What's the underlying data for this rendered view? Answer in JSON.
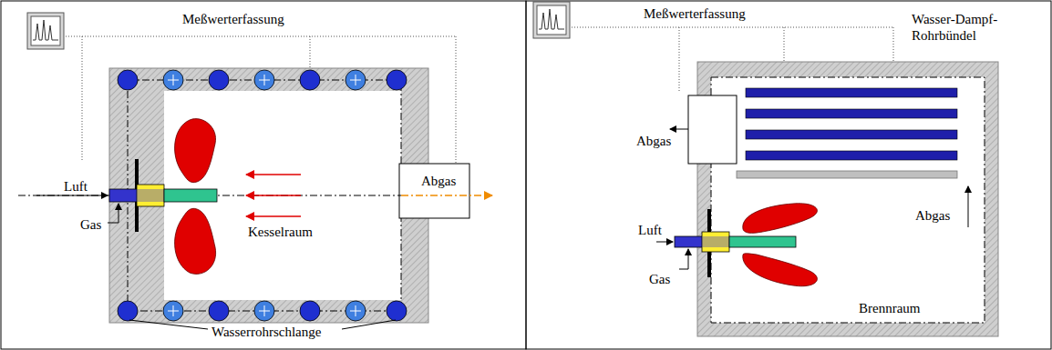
{
  "diagram": {
    "labels": [
      "Meßwerterfassung",
      "Luft",
      "Gas",
      "Abgas",
      "Kesselraum",
      "Wasserrohrschlange",
      "Meßwerterfassung",
      "Wasser-Dampf- Rohrbündel",
      "Abgas",
      "Luft",
      "Gas",
      "Abgas",
      "Brennraum"
    ]
  }
}
